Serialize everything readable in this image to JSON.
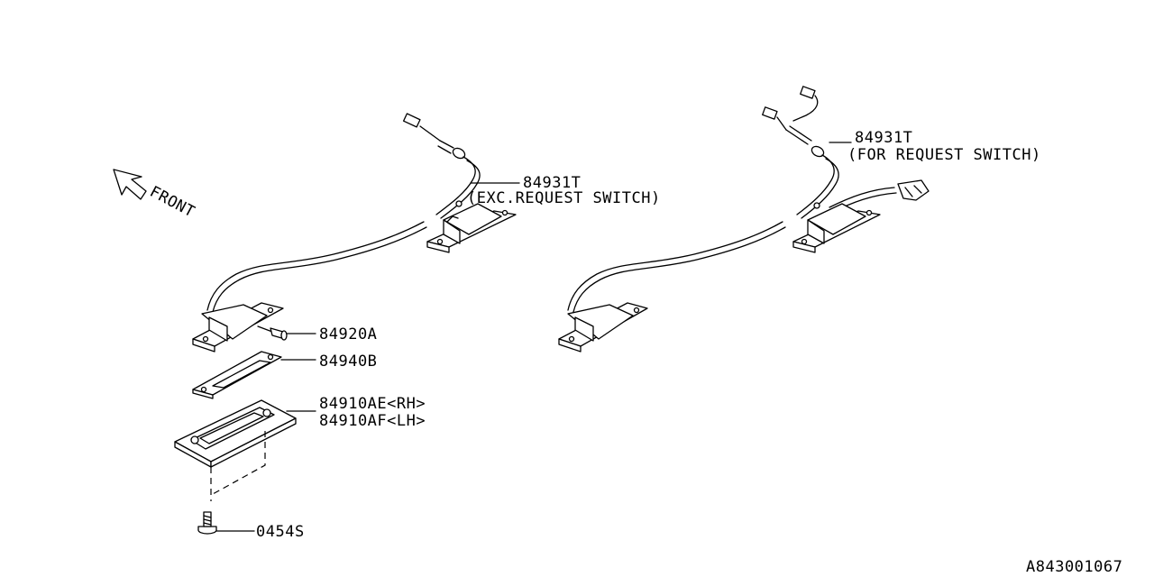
{
  "front_label": "FRONT",
  "callouts": {
    "harness_exc_part": "84931T",
    "harness_exc_note": "(EXC.REQUEST SWITCH)",
    "harness_for_part": "84931T",
    "harness_for_note": "(FOR REQUEST SWITCH)",
    "bulb": "84920A",
    "gasket": "84940B",
    "lamp_rh": "84910AE<RH>",
    "lamp_lh": "84910AF<LH>",
    "screw": "0454S"
  },
  "diagram_id": "A843001067"
}
